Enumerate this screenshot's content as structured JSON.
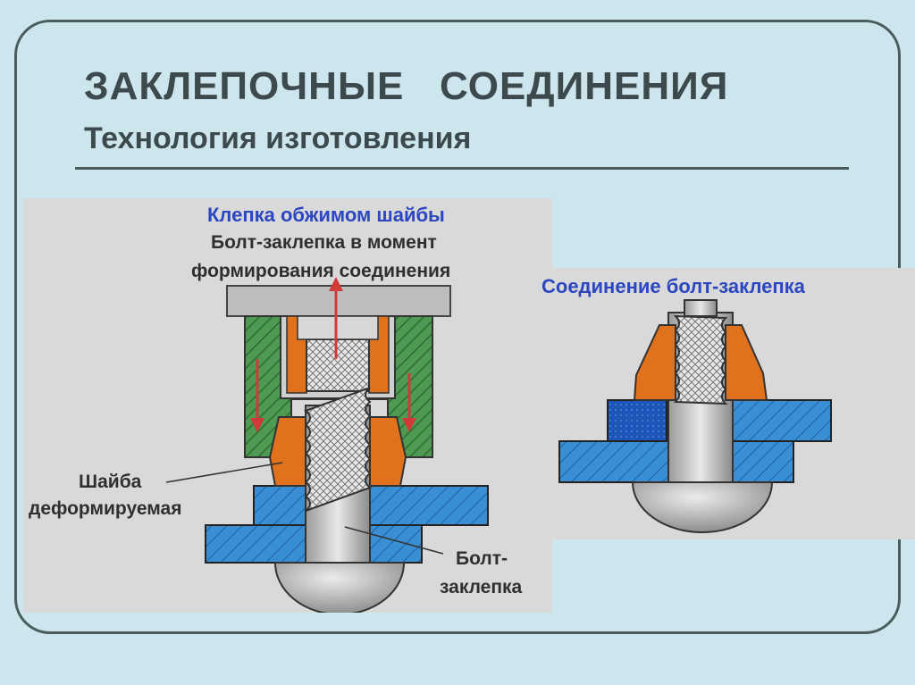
{
  "slide": {
    "title": "ЗАКЛЕПОЧНЫЕ   СОЕДИНЕНИЯ",
    "subtitle": "Технология изготовления"
  },
  "left_figure": {
    "heading": "Клепка обжимом шайбы",
    "subheading_line1": "Болт-заклепка в момент",
    "subheading_line2": "формирования соединения",
    "callout_washer_line1": "Шайба",
    "callout_washer_line2": "деформируемая",
    "callout_bolt_line1": "Болт-",
    "callout_bolt_line2": "заклепка"
  },
  "right_figure": {
    "heading": "Соединение болт-заклепка"
  },
  "colors": {
    "background": "#cde6ee",
    "frame": "#4a5d5c",
    "heading_blue": "#2b46c0",
    "plate_blue": "#3a8fd4",
    "washer_orange": "#e0721e",
    "tool_green": "#4f9a52"
  }
}
